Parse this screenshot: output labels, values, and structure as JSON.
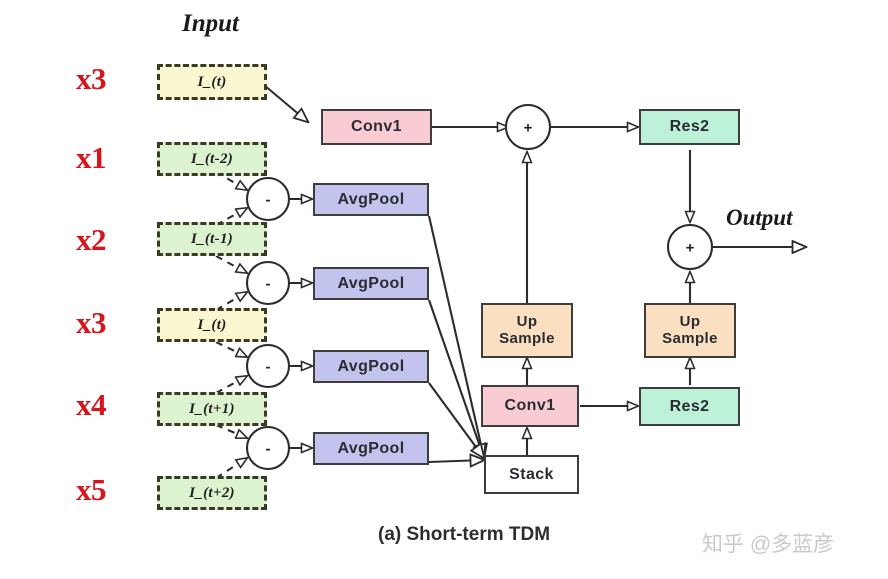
{
  "figure": {
    "caption": "(a) Short-term TDM",
    "watermark": "知乎 @多蓝彦",
    "input_label": "Input",
    "output_label": "Output"
  },
  "colors": {
    "input_yellow": "#faf6cf",
    "input_green": "#ddf2cf",
    "conv1_pink": "#f9ccd3",
    "avgpool_blue": "#c3c4ee",
    "res2_green": "#bdf2d9",
    "upsample_orange": "#fadfc0",
    "stack_white": "#ffffff",
    "mult_red": "#d6141b",
    "stroke_dark": "#3d3d3d",
    "dash_border": "#3a3a28"
  },
  "multipliers": [
    {
      "label": "x3"
    },
    {
      "label": "x1"
    },
    {
      "label": "x2"
    },
    {
      "label": "x3"
    },
    {
      "label": "x4"
    },
    {
      "label": "x5"
    }
  ],
  "input_frames": [
    {
      "label": "I_(t)",
      "tint": "yellow"
    },
    {
      "label": "I_(t-2)",
      "tint": "green"
    },
    {
      "label": "I_(t-1)",
      "tint": "green"
    },
    {
      "label": "I_(t)",
      "tint": "yellow"
    },
    {
      "label": "I_(t+1)",
      "tint": "green"
    },
    {
      "label": "I_(t+2)",
      "tint": "green"
    }
  ],
  "diff_nodes": [
    {
      "symbol": "-"
    },
    {
      "symbol": "-"
    },
    {
      "symbol": "-"
    },
    {
      "symbol": "-"
    }
  ],
  "adders": [
    {
      "symbol": "+",
      "name": "upper-adder"
    },
    {
      "symbol": "+",
      "name": "output-adder"
    }
  ],
  "blocks": {
    "conv1_top": "Conv1",
    "avgpool_1": "AvgPool",
    "avgpool_2": "AvgPool",
    "avgpool_3": "AvgPool",
    "avgpool_4": "AvgPool",
    "res2_top": "Res2",
    "upsample_left_line1": "Up",
    "upsample_left_line2": "Sample",
    "upsample_right_line1": "Up",
    "upsample_right_line2": "Sample",
    "conv1_bottom": "Conv1",
    "res2_bottom": "Res2",
    "stack": "Stack"
  }
}
